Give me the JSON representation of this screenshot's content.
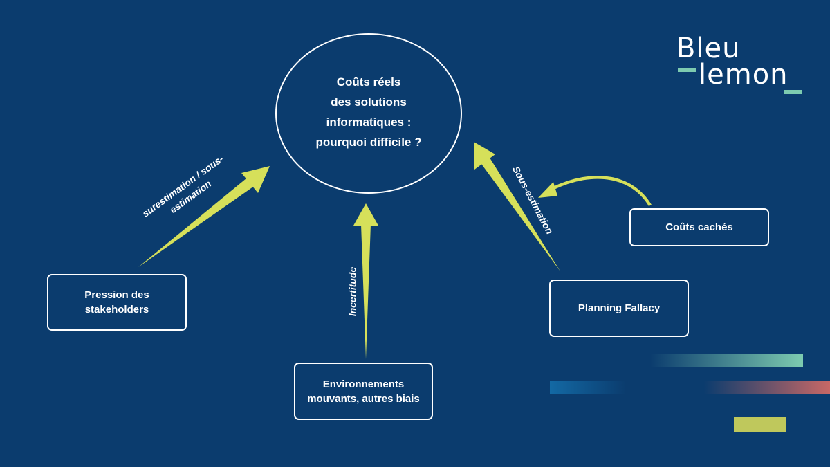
{
  "diagram": {
    "center": {
      "title": "Coûts réels\ndes solutions\ninformatiques :\npourquoi difficile ?"
    },
    "nodes": [
      {
        "id": "pression",
        "label": "Pression des\nstakeholders"
      },
      {
        "id": "environnements",
        "label": "Environnements\nmouvants, autres biais"
      },
      {
        "id": "planning",
        "label": "Planning Fallacy"
      },
      {
        "id": "couts-caches",
        "label": "Coûts cachés"
      }
    ],
    "edges": [
      {
        "from": "pression",
        "to": "center",
        "label": "surestimation / sous-\nestimation"
      },
      {
        "from": "environnements",
        "to": "center",
        "label": "Incertitude"
      },
      {
        "from": "planning",
        "to": "center",
        "label": "Sous-estimation"
      },
      {
        "from": "couts-caches",
        "to": "edge-planning",
        "label": ""
      }
    ],
    "arrow_color": "#d6e05a",
    "background_color": "#0b3c6e"
  },
  "logo": {
    "line1": "Bleu",
    "line2": "lemon",
    "accent_color": "#7dcbb0"
  },
  "decoration_colors": [
    "#7dcbb0",
    "#c86866",
    "#bfc85c",
    "#146eaa"
  ]
}
